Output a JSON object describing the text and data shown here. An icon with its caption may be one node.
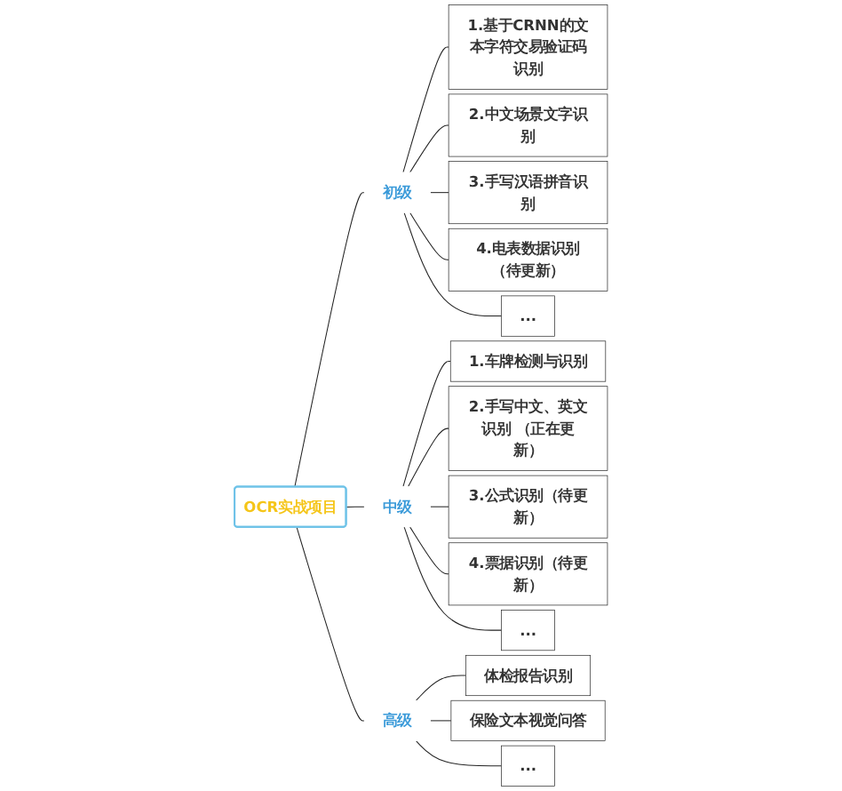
{
  "diagram": {
    "nodes": [
      {
        "text": [
          "OCR实战项目"
        ]
      },
      {
        "text": [
          "初级"
        ]
      },
      {
        "text": [
          "1.基于CRNN的文本字符交易验证码识别"
        ]
      },
      {
        "text": [
          "2.中文场景文字识别"
        ]
      },
      {
        "text": [
          "3.手写汉语拼音识别"
        ]
      },
      {
        "text": [
          "4.电表数据识别（待更新）"
        ]
      },
      {
        "text": [
          "..."
        ]
      },
      {
        "text": [
          "中级"
        ]
      },
      {
        "text": [
          "1.车牌检测与识别"
        ]
      },
      {
        "text": [
          "2.手写中文、英文识别 （正在更新）"
        ]
      },
      {
        "text": [
          "3.公式识别（待更新）"
        ]
      },
      {
        "text": [
          "4.票据识别（待更新）"
        ]
      },
      {
        "text": [
          "..."
        ]
      },
      {
        "text": [
          "高级"
        ]
      },
      {
        "text": [
          "体检报告识别"
        ]
      },
      {
        "text": [
          "保险文本视觉问答"
        ]
      },
      {
        "text": [
          "..."
        ]
      }
    ],
    "edges": [
      {
        "from": 0,
        "to": 1,
        "arrow": "none"
      },
      {
        "from": 1,
        "to": 2,
        "arrow": "none"
      },
      {
        "from": 1,
        "to": 3,
        "arrow": "none"
      },
      {
        "from": 1,
        "to": 4,
        "arrow": "none"
      },
      {
        "from": 1,
        "to": 5,
        "arrow": "none"
      },
      {
        "from": 1,
        "to": 6,
        "arrow": "none"
      },
      {
        "from": 0,
        "to": 7,
        "arrow": "none"
      },
      {
        "from": 7,
        "to": 8,
        "arrow": "none"
      },
      {
        "from": 7,
        "to": 9,
        "arrow": "none"
      },
      {
        "from": 7,
        "to": 10,
        "arrow": "none"
      },
      {
        "from": 7,
        "to": 11,
        "arrow": "none"
      },
      {
        "from": 7,
        "to": 12,
        "arrow": "none"
      },
      {
        "from": 0,
        "to": 13,
        "arrow": "none"
      },
      {
        "from": 13,
        "to": 14,
        "arrow": "none"
      },
      {
        "from": 13,
        "to": 15,
        "arrow": "none"
      },
      {
        "from": 13,
        "to": 16,
        "arrow": "none"
      }
    ]
  }
}
